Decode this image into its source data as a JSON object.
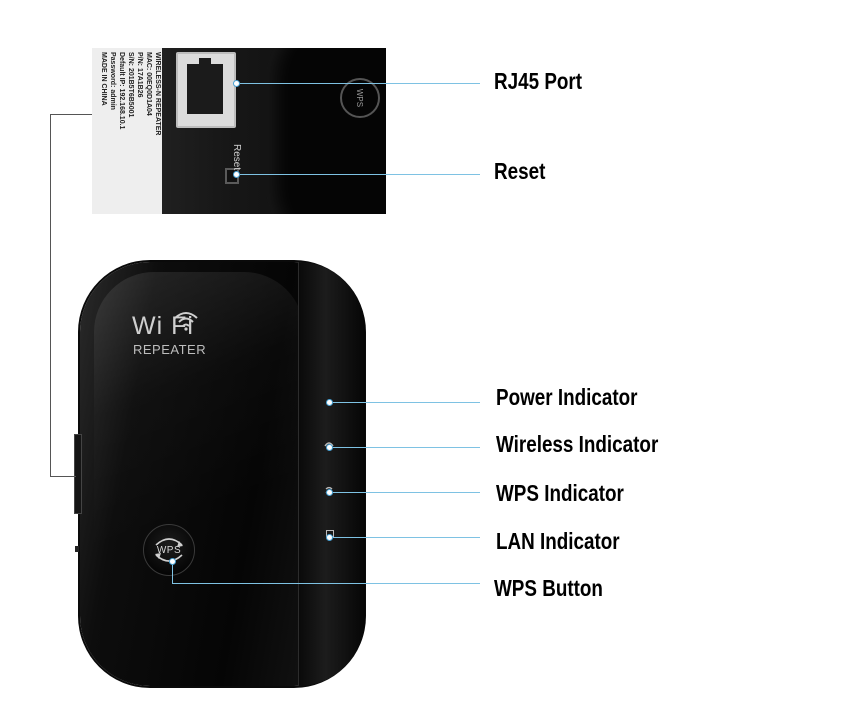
{
  "inset": {
    "sticker_lines": "WIRELESS-N REPEATER\nMAC: 00EQ0D1A04\nP/N: 17A1B26\nS/N: 201B5T6B5001\nDefault IP: 192.168.10.1\nPassword: admin\nMADE IN CHINA",
    "reset_text": "Reset",
    "wps_text": "WPS"
  },
  "device": {
    "logo_text": "Wi  Fi",
    "logo_sub": "REPEATER",
    "wps_button_text": "WPS"
  },
  "labels": {
    "rj45": "RJ45 Port",
    "reset": "Reset",
    "power": "Power Indicator",
    "wireless": "Wireless Indicator",
    "wps_ind": "WPS Indicator",
    "lan": "LAN Indicator",
    "wps_btn": "WPS Button"
  },
  "colors": {
    "callout_line": "#7ec2e3",
    "device_body": "#050505",
    "label_text": "#000000"
  },
  "icons": [
    "wifi-arcs-icon",
    "wps-arrows-icon",
    "wireless-led-icon",
    "wps-led-icon",
    "lan-led-icon"
  ]
}
